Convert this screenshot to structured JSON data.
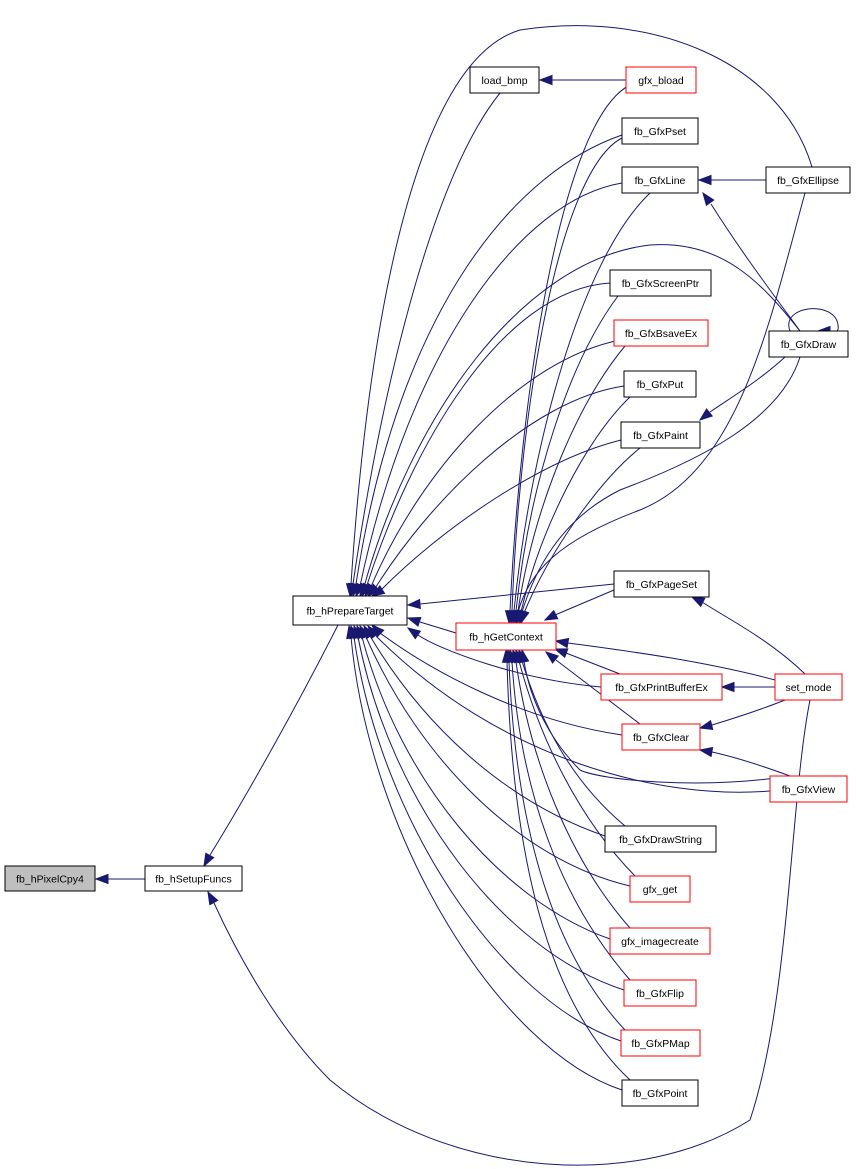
{
  "graph": {
    "colors": {
      "edge": "#191970",
      "focus_fill": "#bfbfbf",
      "focus_border": "#000000",
      "node_border_complete": "#000000",
      "node_border_incomplete": "#ff0000",
      "background": "#ffffff"
    },
    "nodes": [
      {
        "id": "pixelcpy4",
        "label": "fb_hPixelCpy4",
        "style": "focus"
      },
      {
        "id": "setupfuncs",
        "label": "fb_hSetupFuncs",
        "style": "black"
      },
      {
        "id": "preparetarget",
        "label": "fb_hPrepareTarget",
        "style": "black"
      },
      {
        "id": "getcontext",
        "label": "fb_hGetContext",
        "style": "red"
      },
      {
        "id": "load_bmp",
        "label": "load_bmp",
        "style": "black"
      },
      {
        "id": "gfx_bload",
        "label": "gfx_bload",
        "style": "red"
      },
      {
        "id": "gfxpset",
        "label": "fb_GfxPset",
        "style": "black"
      },
      {
        "id": "gfxline",
        "label": "fb_GfxLine",
        "style": "black"
      },
      {
        "id": "gfxellipse",
        "label": "fb_GfxEllipse",
        "style": "black"
      },
      {
        "id": "gfxscreenptr",
        "label": "fb_GfxScreenPtr",
        "style": "black"
      },
      {
        "id": "gfxbsaveex",
        "label": "fb_GfxBsaveEx",
        "style": "red"
      },
      {
        "id": "gfxdraw",
        "label": "fb_GfxDraw",
        "style": "black"
      },
      {
        "id": "gfxput",
        "label": "fb_GfxPut",
        "style": "black"
      },
      {
        "id": "gfxpaint",
        "label": "fb_GfxPaint",
        "style": "black"
      },
      {
        "id": "gfxpageset",
        "label": "fb_GfxPageSet",
        "style": "black"
      },
      {
        "id": "gfxprintbufferex",
        "label": "fb_GfxPrintBufferEx",
        "style": "red"
      },
      {
        "id": "set_mode",
        "label": "set_mode",
        "style": "red"
      },
      {
        "id": "gfxclear",
        "label": "fb_GfxClear",
        "style": "red"
      },
      {
        "id": "gfxview",
        "label": "fb_GfxView",
        "style": "red"
      },
      {
        "id": "gfxdrawstring",
        "label": "fb_GfxDrawString",
        "style": "black"
      },
      {
        "id": "gfx_get",
        "label": "gfx_get",
        "style": "red"
      },
      {
        "id": "gfx_imagecreate",
        "label": "gfx_imagecreate",
        "style": "red"
      },
      {
        "id": "gfxflip",
        "label": "fb_GfxFlip",
        "style": "red"
      },
      {
        "id": "gfxpmap",
        "label": "fb_GfxPMap",
        "style": "red"
      },
      {
        "id": "gfxpoint",
        "label": "fb_GfxPoint",
        "style": "black"
      }
    ],
    "edges": [
      {
        "from": "setupfuncs",
        "to": "pixelcpy4"
      },
      {
        "from": "preparetarget",
        "to": "setupfuncs"
      },
      {
        "from": "set_mode",
        "to": "setupfuncs"
      },
      {
        "from": "getcontext",
        "to": "preparetarget"
      },
      {
        "from": "load_bmp",
        "to": "preparetarget"
      },
      {
        "from": "gfx_bload",
        "to": "load_bmp"
      },
      {
        "from": "gfxellipse",
        "to": "preparetarget"
      },
      {
        "from": "gfxpset",
        "to": "preparetarget"
      },
      {
        "from": "gfxline",
        "to": "preparetarget"
      },
      {
        "from": "gfxdraw",
        "to": "preparetarget"
      },
      {
        "from": "gfxscreenptr",
        "to": "preparetarget"
      },
      {
        "from": "gfxbsaveex",
        "to": "preparetarget"
      },
      {
        "from": "gfxput",
        "to": "preparetarget"
      },
      {
        "from": "gfxpaint",
        "to": "preparetarget"
      },
      {
        "from": "gfxpageset",
        "to": "preparetarget"
      },
      {
        "from": "gfxprintbufferex",
        "to": "preparetarget"
      },
      {
        "from": "gfxclear",
        "to": "preparetarget"
      },
      {
        "from": "gfxview",
        "to": "preparetarget"
      },
      {
        "from": "gfxdrawstring",
        "to": "preparetarget"
      },
      {
        "from": "gfx_get",
        "to": "preparetarget"
      },
      {
        "from": "gfx_imagecreate",
        "to": "preparetarget"
      },
      {
        "from": "gfxflip",
        "to": "preparetarget"
      },
      {
        "from": "gfxpmap",
        "to": "preparetarget"
      },
      {
        "from": "gfxpoint",
        "to": "preparetarget"
      },
      {
        "from": "gfx_bload",
        "to": "getcontext"
      },
      {
        "from": "gfxpset",
        "to": "getcontext"
      },
      {
        "from": "gfxline",
        "to": "getcontext"
      },
      {
        "from": "gfxellipse",
        "to": "getcontext"
      },
      {
        "from": "gfxscreenptr",
        "to": "getcontext"
      },
      {
        "from": "gfxbsaveex",
        "to": "getcontext"
      },
      {
        "from": "gfxdraw",
        "to": "getcontext"
      },
      {
        "from": "gfxput",
        "to": "getcontext"
      },
      {
        "from": "gfxpaint",
        "to": "getcontext"
      },
      {
        "from": "gfxpageset",
        "to": "getcontext"
      },
      {
        "from": "set_mode",
        "to": "getcontext"
      },
      {
        "from": "gfxprintbufferex",
        "to": "getcontext"
      },
      {
        "from": "gfxclear",
        "to": "getcontext"
      },
      {
        "from": "gfxview",
        "to": "getcontext"
      },
      {
        "from": "gfxdrawstring",
        "to": "getcontext"
      },
      {
        "from": "gfx_get",
        "to": "getcontext"
      },
      {
        "from": "gfx_imagecreate",
        "to": "getcontext"
      },
      {
        "from": "gfxflip",
        "to": "getcontext"
      },
      {
        "from": "gfxpmap",
        "to": "getcontext"
      },
      {
        "from": "gfxpoint",
        "to": "getcontext"
      },
      {
        "from": "gfxellipse",
        "to": "gfxline"
      },
      {
        "from": "gfxdraw",
        "to": "gfxline"
      },
      {
        "from": "gfxdraw",
        "to": "gfxdraw"
      },
      {
        "from": "gfxdraw",
        "to": "gfxpaint"
      },
      {
        "from": "set_mode",
        "to": "gfxpageset"
      },
      {
        "from": "set_mode",
        "to": "gfxprintbufferex"
      },
      {
        "from": "set_mode",
        "to": "gfxclear"
      },
      {
        "from": "gfxview",
        "to": "gfxclear"
      }
    ]
  }
}
